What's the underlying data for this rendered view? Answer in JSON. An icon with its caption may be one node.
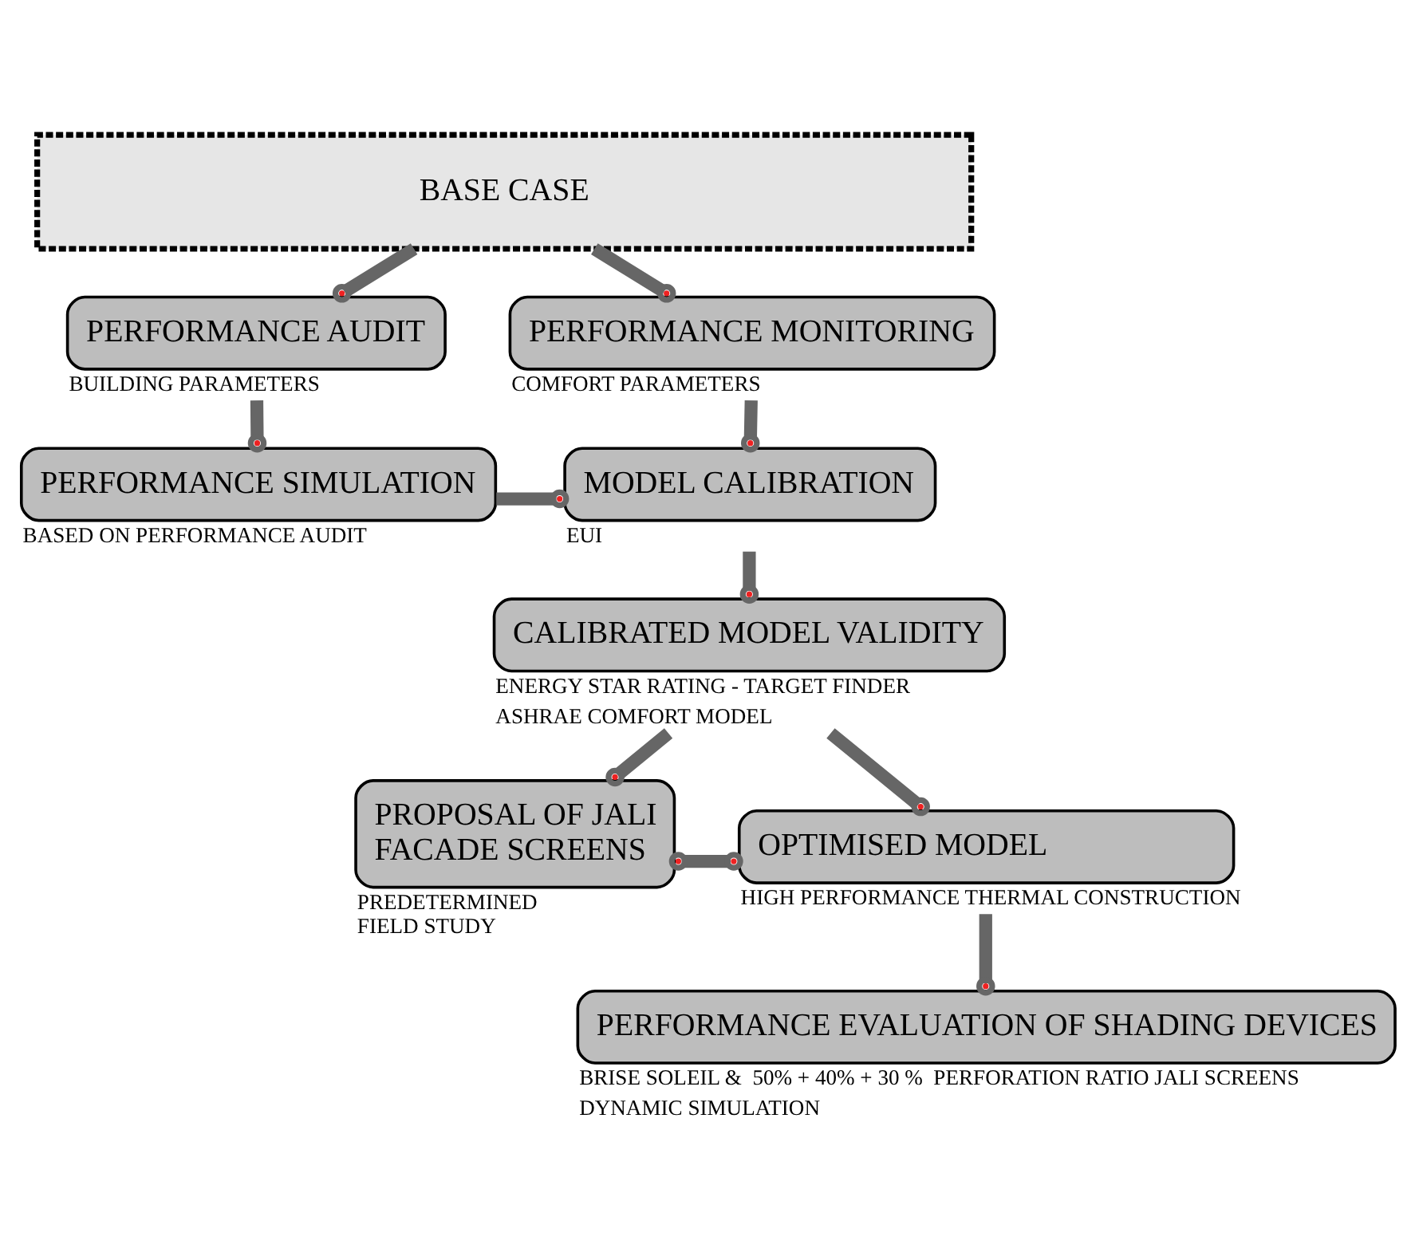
{
  "diagram": {
    "nodes": [
      {
        "text": [
          "BASE CASE"
        ]
      },
      {
        "text": [
          "PERFORMANCE AUDIT"
        ],
        "beside": [
          "BUILDING PARAMETERS"
        ]
      },
      {
        "text": [
          "PERFORMANCE MONITORING"
        ],
        "beside": [
          "COMFORT PARAMETERS"
        ]
      },
      {
        "text": [
          "PERFORMANCE SIMULATION"
        ],
        "beside": [
          "BASED ON PERFORMANCE AUDIT"
        ]
      },
      {
        "text": [
          "MODEL CALIBRATION"
        ],
        "beside": [
          "EUI"
        ]
      },
      {
        "text": [
          "CALIBRATED MODEL VALIDITY"
        ],
        "beside": [
          "ENERGY STAR RATING - TARGET FINDER",
          "ASHRAE COMFORT MODEL"
        ]
      },
      {
        "text": [
          "PROPOSAL OF JALI FACADE SCREENS"
        ],
        "beside": [
          "PREDETERMINED FIELD STUDY"
        ]
      },
      {
        "text": [
          "OPTIMISED MODEL"
        ],
        "beside": [
          "HIGH PERFORMANCE THERMAL CONSTRUCTION"
        ]
      },
      {
        "text": [
          "PERFORMANCE EVALUATION OF SHADING DEVICES"
        ],
        "beside": [
          "BRISE SOLEIL &  50% + 40% + 30 %  PERFORATION RATIO JALI SCREENS",
          "DYNAMIC SIMULATION"
        ]
      }
    ],
    "edges": [
      {
        "from": 0,
        "to": 1,
        "arrow": "other"
      },
      {
        "from": 0,
        "to": 2,
        "arrow": "other"
      },
      {
        "from": 1,
        "to": 3,
        "arrow": "other"
      },
      {
        "from": 2,
        "to": 4,
        "arrow": "other"
      },
      {
        "from": 3,
        "to": 4,
        "arrow": "other"
      },
      {
        "from": 4,
        "to": 5,
        "arrow": "other"
      },
      {
        "from": 5,
        "to": 7,
        "arrow": "other"
      },
      {
        "from": 5,
        "to": 6,
        "arrow": "other"
      },
      {
        "from": 6,
        "to": 7,
        "arrow": "other"
      },
      {
        "from": 7,
        "to": 8,
        "arrow": "other"
      }
    ]
  }
}
